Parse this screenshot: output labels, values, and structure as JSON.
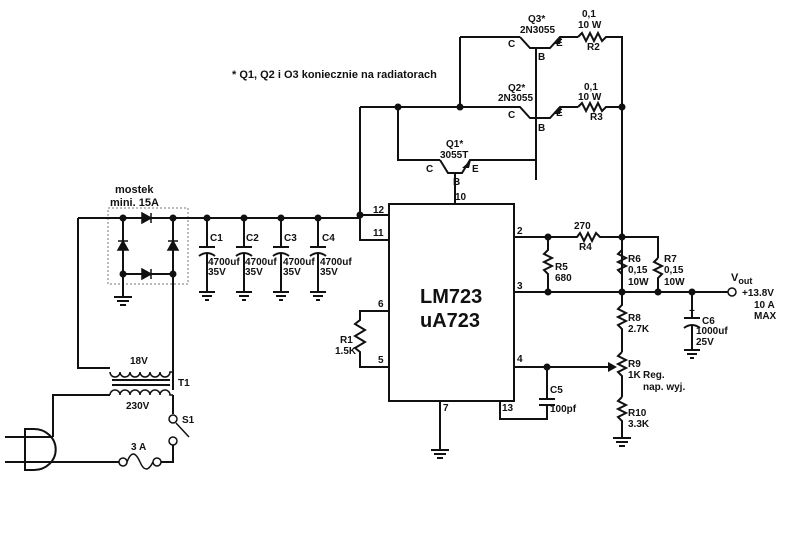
{
  "note": "* Q1, Q2 i O3 koniecznie na radiatorach",
  "bridge": {
    "title": "mostek",
    "rating": "mini. 15A"
  },
  "ic": {
    "line1": "LM723",
    "line2": "uA723",
    "pins": {
      "p10": "10",
      "p12": "12",
      "p11": "11",
      "p6": "6",
      "p5": "5",
      "p7": "7",
      "p13": "13",
      "p2": "2",
      "p3": "3",
      "p4": "4"
    }
  },
  "transistors": {
    "q3": {
      "name": "Q3*",
      "type": "2N3055",
      "c": "C",
      "b": "B",
      "e": "E"
    },
    "q2": {
      "name": "Q2*",
      "type": "2N3055",
      "c": "C",
      "b": "B",
      "e": "E"
    },
    "q1": {
      "name": "Q1*",
      "type": "3055T",
      "c": "C",
      "b": "B",
      "e": "E"
    }
  },
  "resistors": {
    "r2": {
      "name": "R2",
      "value": "0,1",
      "power": "10 W"
    },
    "r3": {
      "name": "R3",
      "value": "0,1",
      "power": "10 W"
    },
    "r4": {
      "name": "R4",
      "value": "270"
    },
    "r5": {
      "name": "R5",
      "value": "680"
    },
    "r6": {
      "name": "R6",
      "value": "0,15",
      "power": "10W"
    },
    "r7": {
      "name": "R7",
      "value": "0,15",
      "power": "10W"
    },
    "r8": {
      "name": "R8",
      "value": "2.7K"
    },
    "r9": {
      "name": "R9",
      "value": "1K",
      "note1": "Reg.",
      "note2": "nap. wyj."
    },
    "r10": {
      "name": "R10",
      "value": "3.3K"
    },
    "r1": {
      "name": "R1",
      "value": "1.5K"
    }
  },
  "capacitors": {
    "c1": {
      "name": "C1",
      "value": "4700uf",
      "voltage": "35V"
    },
    "c2": {
      "name": "C2",
      "value": "4700uf",
      "voltage": "35V"
    },
    "c3": {
      "name": "C3",
      "value": "4700uf",
      "voltage": "35V"
    },
    "c4": {
      "name": "C4",
      "value": "4700uf",
      "voltage": "35V"
    },
    "c5": {
      "name": "C5",
      "value": "100pf"
    },
    "c6": {
      "name": "C6",
      "value": "1000uf",
      "voltage": "25V"
    },
    "plus": "+"
  },
  "transformer": {
    "name": "T1",
    "secondary": "18V",
    "primary": "230V"
  },
  "switch": {
    "name": "S1"
  },
  "fuse": {
    "rating": "3 A"
  },
  "output": {
    "label": "V",
    "sub": "out",
    "voltage": "+13.8V",
    "current": "10 A",
    "max": "MAX"
  }
}
